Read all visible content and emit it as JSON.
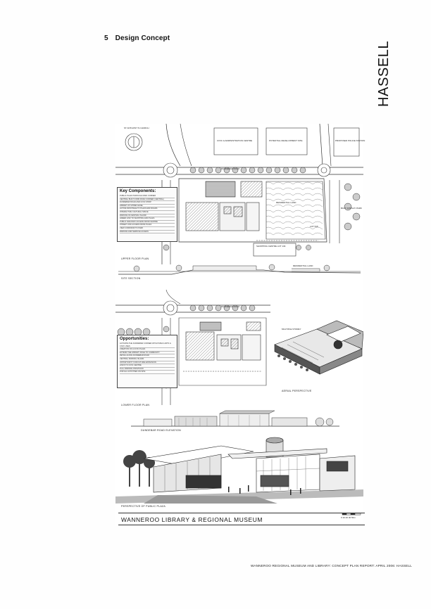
{
  "header": {
    "section_number": "5",
    "section_title": "Design Concept"
  },
  "brand": "HASSELL",
  "upper_plan": {
    "labels": {
      "church": "ST ANTHONY'S CHURCH",
      "civic_centre": "CIVIC & ADMINISTRATION CENTRE",
      "potential_dev": "POTENTIAL DEVELOPMENT SITE",
      "police": "PROPOSED POLICE STATION",
      "road_top": "DUNDEBAR ROAD",
      "residential": "RESIDENTIAL LAND",
      "boat_park": "BOAT DISPLAY PARK",
      "shopping": "SHOPPING CENTRE LOT 134",
      "lot": "LOT 515"
    },
    "key_components": {
      "title": "Key Components:",
      "items": [
        "PUBLIC PLAZA THROUGH MAIN CORNER",
        "CENTRAL BUILT FORM ROAD CORNER (CENTRAL)",
        "DUNDEBAR ROAD AND CIVIC STRIP",
        "LIBRARY AT UPPER LEVEL",
        "ACTIVE FRONTAGE TO PLAZA AND ROADS",
        "INTERACTIVE CULTURAL SPACE",
        "PARKING IN CENTRAL ISLAND",
        "GREEN LINK TO SHOPPING AND PLAZA",
        "PUBLIC WALKWAY ACCESS FROM CENTRE",
        "STREET LINK ACCESS FROM PLAZA",
        "VIEW CORRIDOR TO PARK",
        "PARKING AND SERVICE ACCESS"
      ]
    },
    "caption": "UPPER FLOOR PLAN"
  },
  "site_section": {
    "caption": "SITE SECTION",
    "label": "RESIDENTIAL LAND"
  },
  "lower_plan": {
    "labels": {
      "road_top": "DUNDEBAR ROAD"
    },
    "opportunities": {
      "title": "Opportunities:",
      "items": [
        "ACTIVATE THE DUNDEBAR CORNER WITH PUBLIC ARTS & CIVIC USES",
        "CREATION OF A CIVIC PLAZA",
        "EXTEND THE LIBRARY ROLE TO COMMUNITY",
        "RETAIL ALONG DUNDEBAR ROAD",
        "CENTRAL PARKING ISLAND",
        "OPPORTUNITY FOR FUTURE EXPANSION",
        "LINKS TO CIVIC CENTRE",
        "FULL PARKING PROVISION",
        "FOR ALL ACTIVITIES ON SITE"
      ]
    },
    "caption": "LOWER FLOOR PLAN"
  },
  "aerial": {
    "caption": "AERIAL PERSPECTIVE",
    "callout": "MULTIPLE STOREY"
  },
  "elevation": {
    "caption": "DUNDEBAR ROAD ELEVATION"
  },
  "plaza": {
    "caption": "PERSPECTIVE OF PUBLIC PLAZA"
  },
  "project_title": "WANNEROO LIBRARY & REGIONAL MUSEUM",
  "scale_label": "0  10  20  30 50m",
  "footer": "WANNEROO REGIONAL MUSEUM AND LIBRARY: CONCEPT PLAN REPORT: APRIL 2006: HASSELL"
}
